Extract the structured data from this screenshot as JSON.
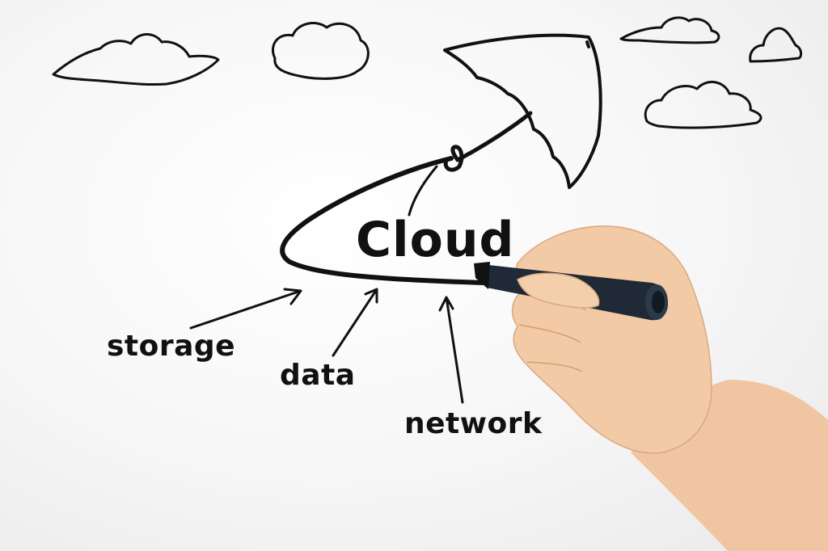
{
  "labels": {
    "main": "Cloud",
    "storage": "storage",
    "data": "data",
    "network": "network"
  },
  "colors": {
    "ink": "#111111",
    "background": "#f4f4f4",
    "marker_body": "#1f2a36",
    "skin": "#f1c8a3"
  }
}
